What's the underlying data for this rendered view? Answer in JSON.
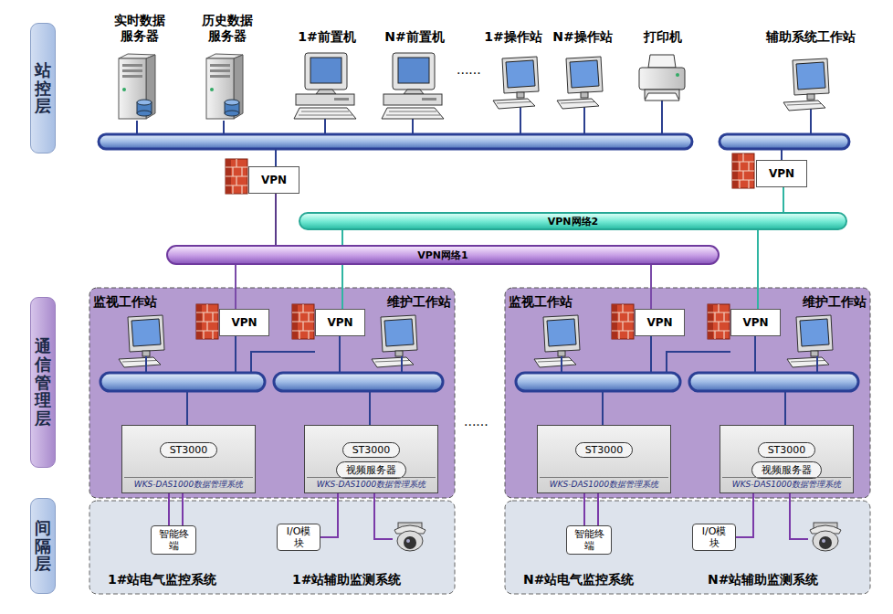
{
  "diagram": {
    "nodes": [
      {
        "text": [
          "站控层"
        ]
      },
      {
        "text": [
          "实时数据服务器"
        ]
      },
      {
        "text": [
          "历史数据服务器"
        ]
      },
      {
        "text": [
          "1#前置机"
        ]
      },
      {
        "text": [
          "N#前置机"
        ]
      },
      {
        "text": [
          "1#操作站"
        ]
      },
      {
        "text": [
          "N#操作站"
        ]
      },
      {
        "text": [
          "打印机"
        ]
      },
      {
        "text": [
          "辅助系统工作站"
        ]
      },
      {
        "text": [
          "VPN"
        ]
      },
      {
        "text": [
          "VPN"
        ]
      },
      {
        "text": [
          "VPN网络2"
        ]
      },
      {
        "text": [
          "VPN网络1"
        ]
      },
      {
        "text": [
          "通信管理层"
        ]
      },
      {
        "text": [
          "监视工作站"
        ]
      },
      {
        "text": [
          "VPN"
        ]
      },
      {
        "text": [
          "VPN"
        ]
      },
      {
        "text": [
          "维护工作站"
        ]
      },
      {
        "text": [
          "ST3000",
          "WKS-DAS1000数据管理系统"
        ]
      },
      {
        "text": [
          "ST3000",
          "视频服务器",
          "WKS-DAS1000数据管理系统"
        ]
      },
      {
        "text": [
          "监视工作站"
        ]
      },
      {
        "text": [
          "VPN"
        ]
      },
      {
        "text": [
          "VPN"
        ]
      },
      {
        "text": [
          "维护工作站"
        ]
      },
      {
        "text": [
          "ST3000",
          "WKS-DAS1000数据管理系统"
        ]
      },
      {
        "text": [
          "ST3000",
          "视频服务器",
          "WKS-DAS1000数据管理系统"
        ]
      },
      {
        "text": [
          "间隔层"
        ]
      },
      {
        "text": [
          "智能终端"
        ]
      },
      {
        "text": [
          "I/O模块"
        ]
      },
      {
        "text": [
          "智能终端"
        ]
      },
      {
        "text": [
          "I/O模块"
        ]
      }
    ],
    "edges": [
      {
        "from": 9,
        "to": 12,
        "arrow": "none"
      },
      {
        "from": 10,
        "to": 11,
        "arrow": "none"
      },
      {
        "from": 12,
        "to": 15,
        "arrow": "none"
      },
      {
        "from": 11,
        "to": 16,
        "arrow": "none"
      },
      {
        "from": 12,
        "to": 21,
        "arrow": "none"
      },
      {
        "from": 11,
        "to": 22,
        "arrow": "none"
      },
      {
        "from": 18,
        "to": 27,
        "arrow": "none"
      },
      {
        "from": 18,
        "to": 27,
        "arrow": "none"
      },
      {
        "from": 19,
        "to": 28,
        "arrow": "none"
      },
      {
        "from": 24,
        "to": 29,
        "arrow": "none"
      },
      {
        "from": 24,
        "to": 29,
        "arrow": "none"
      },
      {
        "from": 25,
        "to": 30,
        "arrow": "none"
      }
    ],
    "labels": [
      "......",
      "......",
      "1#站电气监控系统",
      "1#站辅助监测系统",
      "N#站电气监控系统",
      "N#站辅助监测系统"
    ]
  }
}
